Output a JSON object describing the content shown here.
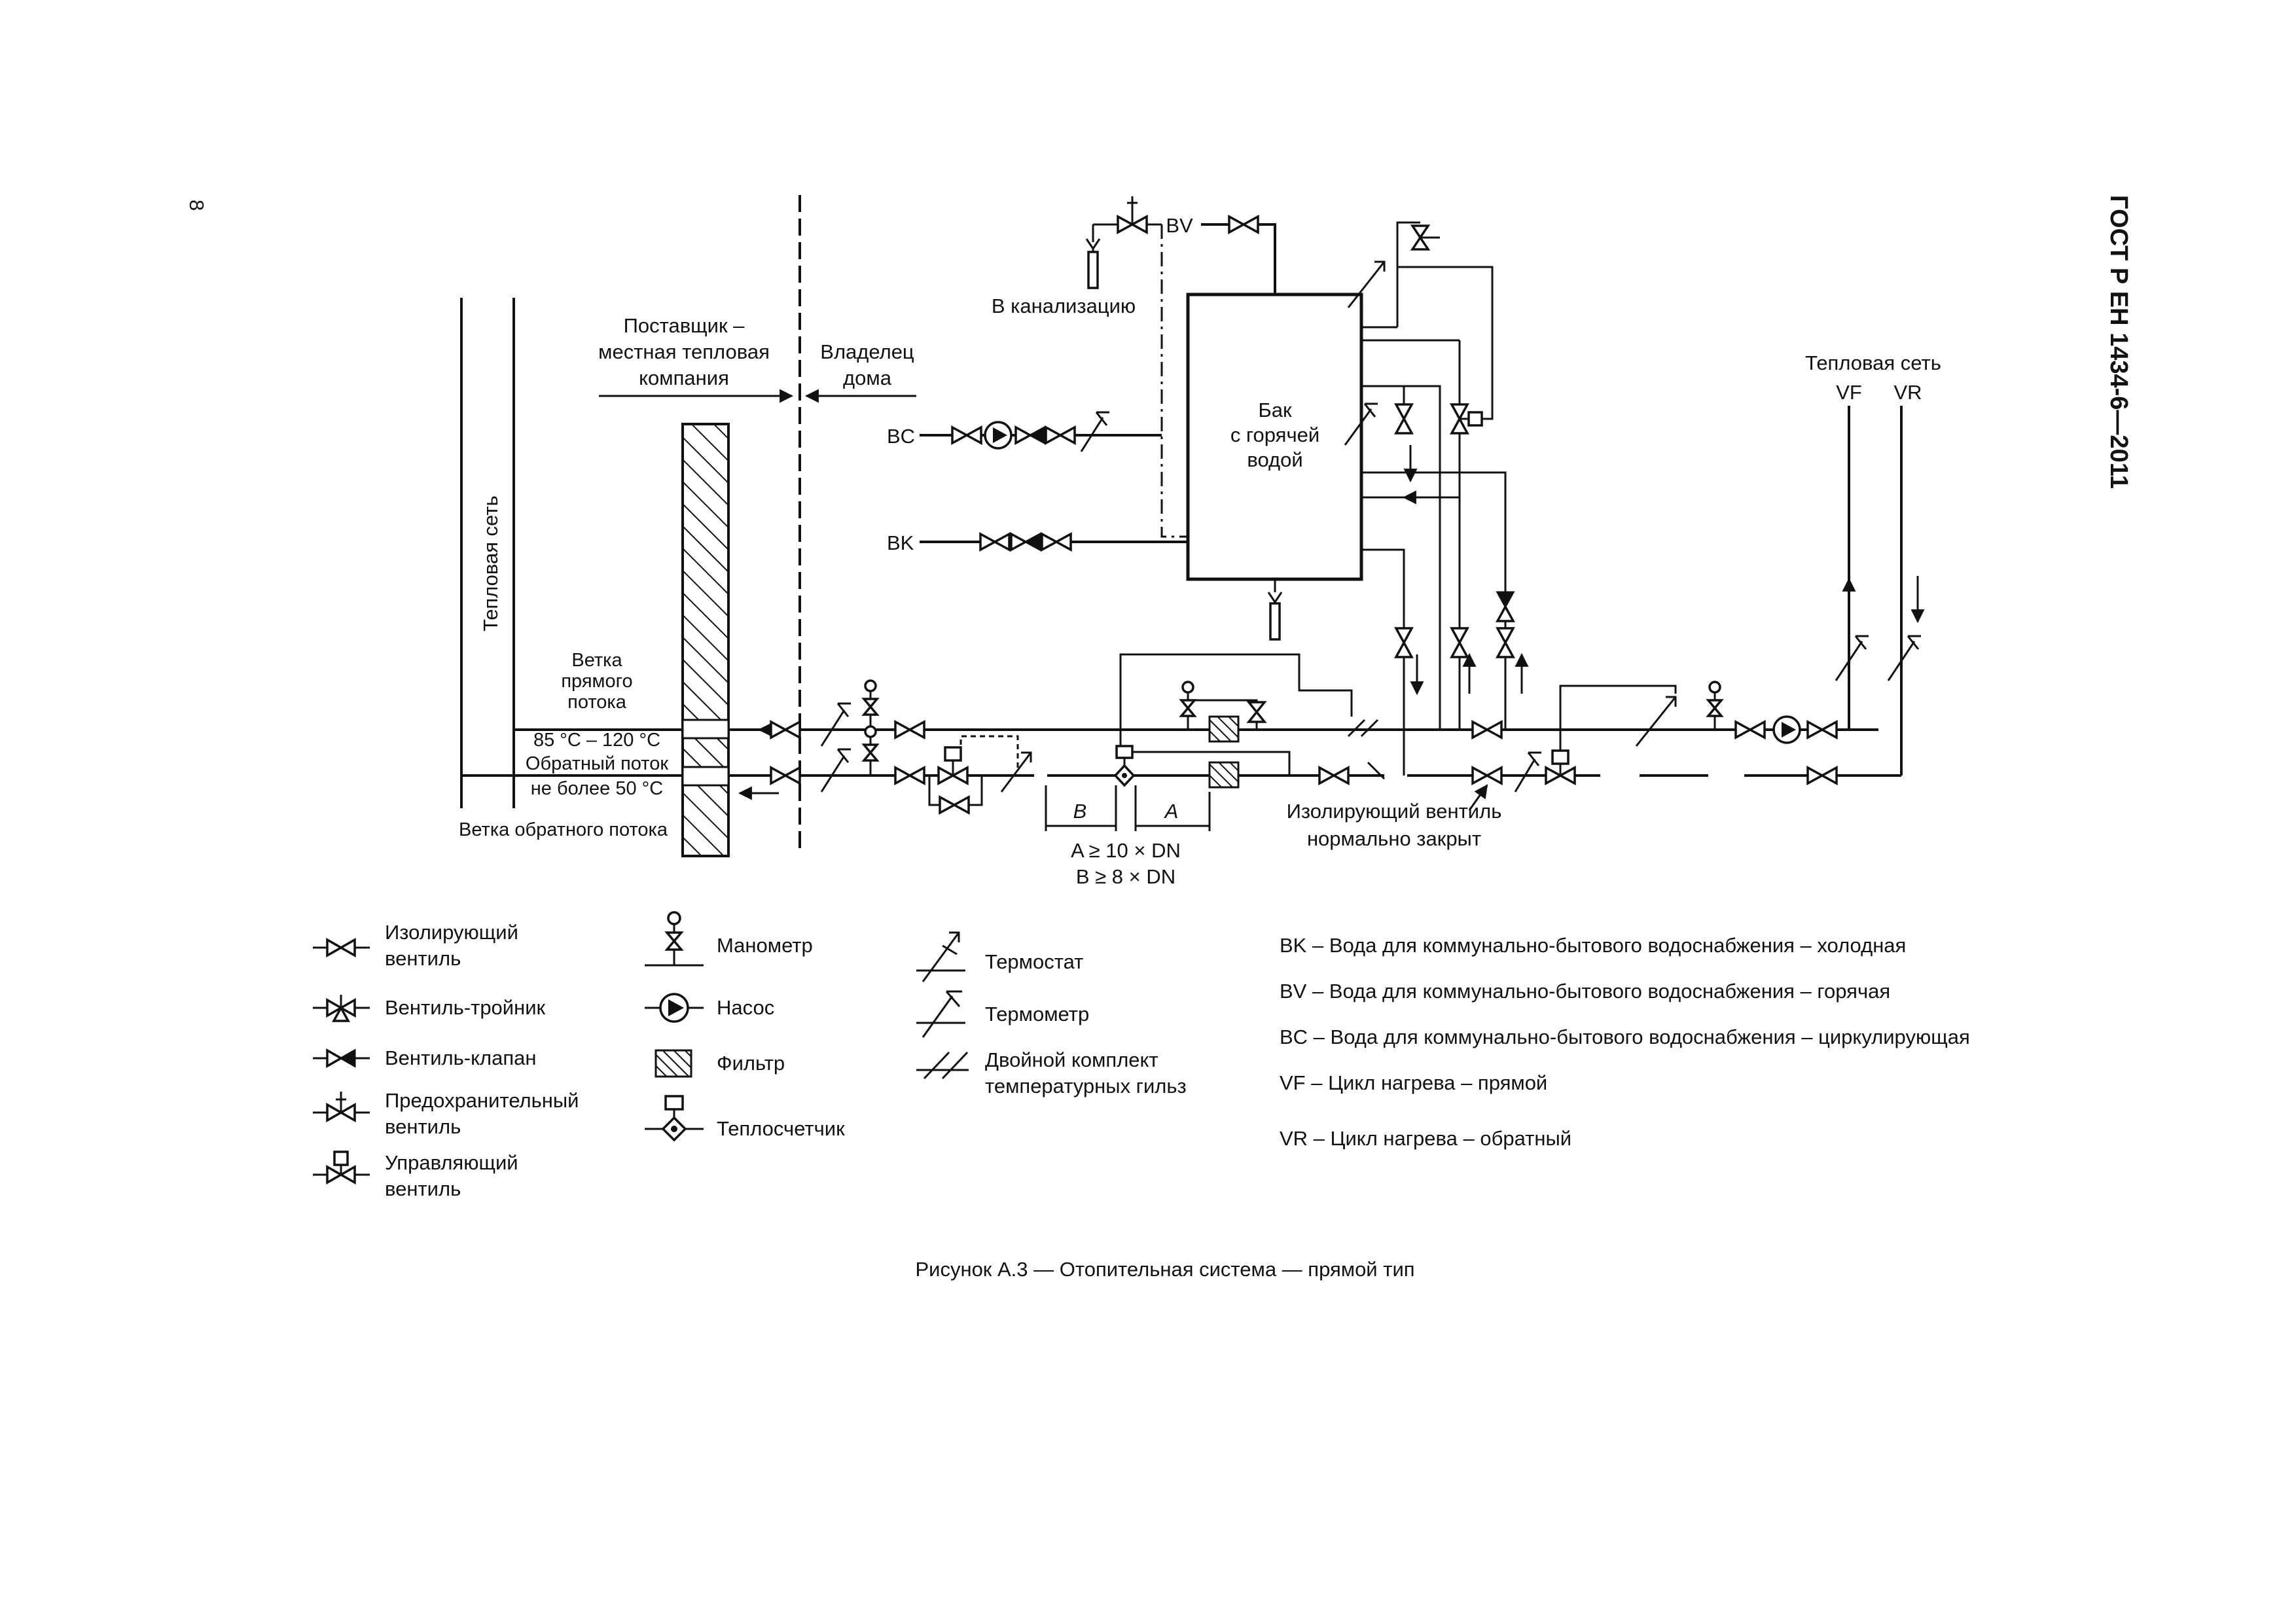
{
  "page_number": "8",
  "standard_code": "ГОСТ Р ЕН 1434-6—2011",
  "figure_caption": "Рисунок А.3 — Отопительная система — прямой тип",
  "diagram": {
    "heat_network_vertical": "Тепловая сеть",
    "supplier": [
      "Поставщик –",
      "местная тепловая",
      "компания"
    ],
    "owner": [
      "Владелец",
      "дома"
    ],
    "supply_branch": [
      "Ветка",
      "прямого",
      "потока"
    ],
    "supply_temp": "85 °С – 120 °С",
    "return_flow": [
      "Обратный поток",
      "не более 50 °С"
    ],
    "return_branch": "Ветка обратного потока",
    "sewer": "В канализацию",
    "bv": "BV",
    "bc": "BC",
    "bk": "BK",
    "tank": [
      "Бак",
      "с горячей",
      "водой"
    ],
    "heat_net_right": "Тепловая сеть",
    "vf": "VF",
    "vr": "VR",
    "dim_b": "B",
    "dim_a": "A",
    "cond_a": "A ≥ 10 × DN",
    "cond_b": "B ≥ 8 × DN",
    "isolating_note": [
      "Изолирующий вентиль",
      "нормально закрыт"
    ]
  },
  "legend": {
    "isolating_valve": [
      "Изолирующий",
      "вентиль"
    ],
    "tee_valve": "Вентиль-тройник",
    "check_valve": "Вентиль-клапан",
    "safety_valve": [
      "Предохранительный",
      "вентиль"
    ],
    "control_valve": [
      "Управляющий",
      "вентиль"
    ],
    "manometer": "Манометр",
    "pump": "Насос",
    "filter": "Фильтр",
    "heat_meter": "Теплосчетчик",
    "thermostat": "Термостат",
    "thermometer": "Термометр",
    "double_pockets": [
      "Двойной комплект",
      "температурных гильз"
    ]
  },
  "abbreviations": [
    "BK – Вода для коммунально-бытового водоснабжения – холодная",
    "BV – Вода для коммунально-бытового водоснабжения – горячая",
    "BC – Вода для коммунально-бытового водоснабжения – циркулирующая",
    "VF – Цикл нагрева – прямой",
    "VR – Цикл нагрева – обратный"
  ]
}
